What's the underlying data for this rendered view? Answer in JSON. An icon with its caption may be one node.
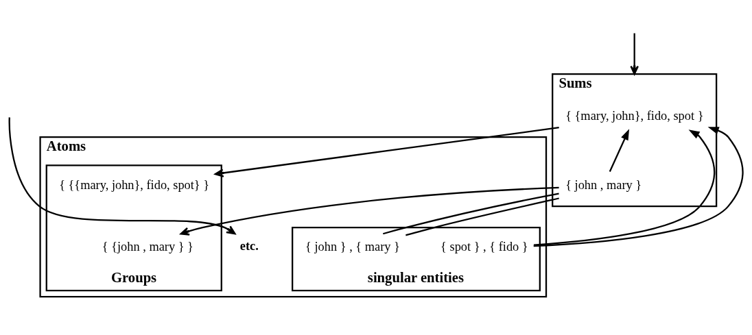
{
  "diagram": {
    "nodes": [
      {
        "text": [
          "Sums"
        ]
      },
      {
        "text": [
          "Atoms"
        ]
      },
      {
        "text": [
          "etc."
        ],
        "in": 1
      },
      {
        "text": [
          "Groups"
        ],
        "in": 1
      },
      {
        "text": [
          "singular entities"
        ],
        "in": 1
      },
      {
        "text": [
          "{ {mary, john}, fido, spot }"
        ],
        "in": 0
      },
      {
        "text": [
          "{ john , mary }"
        ],
        "in": 0
      },
      {
        "text": [
          "{ {john , mary } }"
        ],
        "in": 3
      },
      {
        "text": [
          "{ {{mary, john}, fido, spot} }"
        ],
        "in": 3
      },
      {
        "text": [
          "{ john } , { mary }"
        ],
        "in": 4
      },
      {
        "text": [
          "{ spot } , { fido }"
        ],
        "in": 4
      }
    ],
    "edges": [
      {
        "from": null,
        "to": 0,
        "arrow": "to"
      },
      {
        "from": null,
        "to": 2,
        "arrow": "to"
      },
      {
        "from": 5,
        "to": 8,
        "arrow": "to"
      },
      {
        "from": 6,
        "to": 5,
        "arrow": "to"
      },
      {
        "from": 6,
        "to": 7,
        "arrow": "to"
      },
      {
        "from": 6,
        "to": 9,
        "arrow": "none"
      },
      {
        "from": 6,
        "to": 9,
        "arrow": "none"
      },
      {
        "from": 10,
        "to": 5,
        "arrow": "to"
      },
      {
        "from": 10,
        "to": 5,
        "arrow": "to"
      }
    ]
  }
}
